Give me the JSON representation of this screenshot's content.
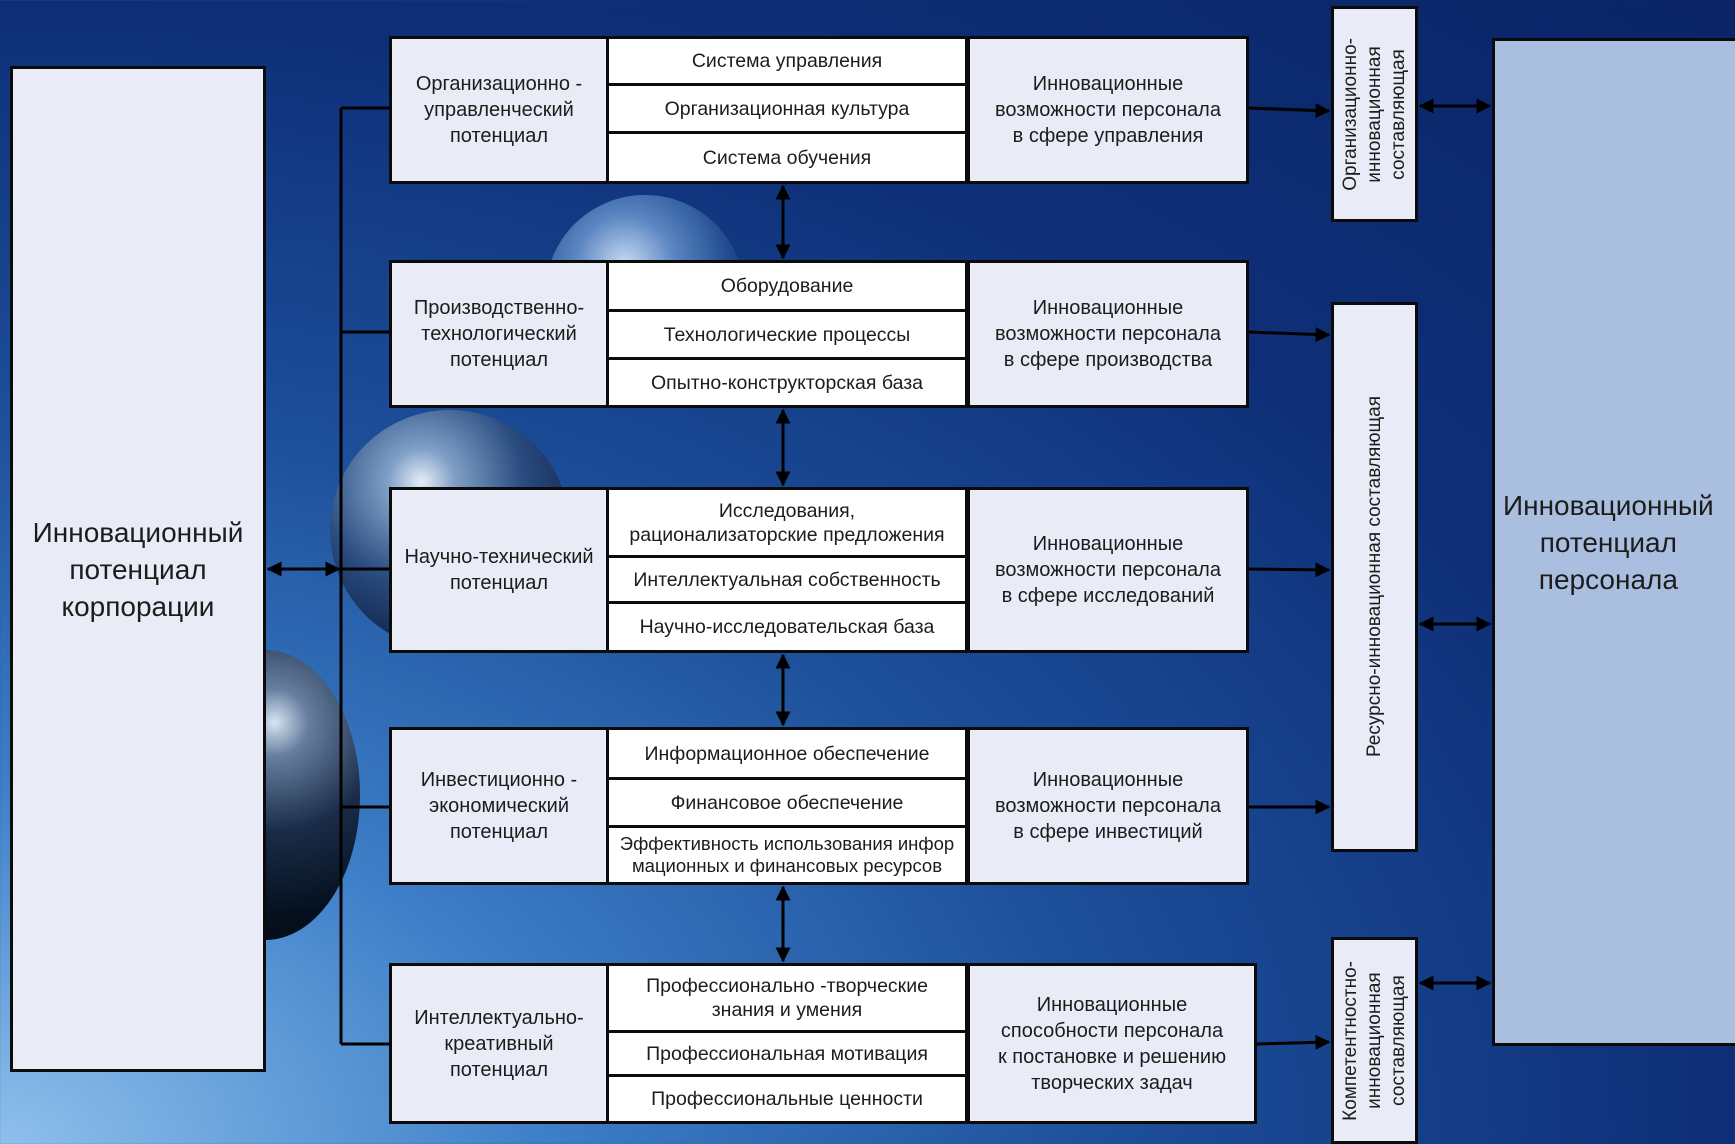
{
  "left_box": "Инновационный\nпотенциал\nкорпорации",
  "right_box": "Инновационный\nпотенциал\nперсонала",
  "rows": [
    {
      "label": "Организационно -\nуправленческий\nпотенциал",
      "items": [
        "Система управления",
        "Организационная культура",
        "Система обучения"
      ],
      "result": "Инновационные\nвозможности персонала\nв сфере управления"
    },
    {
      "label": "Производственно-\nтехнологический\nпотенциал",
      "items": [
        "Оборудование",
        "Технологические процессы",
        "Опытно-конструкторская база"
      ],
      "result": "Инновационные\nвозможности персонала\nв сфере производства"
    },
    {
      "label": "Научно-технический\nпотенциал",
      "items": [
        "Исследования,\nрационализаторские предложения",
        "Интеллектуальная собственность",
        "Научно-исследовательская база"
      ],
      "result": "Инновационные\nвозможности персонала\nв сфере исследований"
    },
    {
      "label": "Инвестиционно -\nэкономический\nпотенциал",
      "items": [
        "Информационное обеспечение",
        "Финансовое обеспечение",
        "Эффективность использования инфор\nмационных и финансовых ресурсов"
      ],
      "result": "Инновационные\nвозможности персонала\nв сфере инвестиций"
    },
    {
      "label": "Интеллектуально-\nкреативный\nпотенциал",
      "items": [
        "Профессионально -творческие\nзнания и умения",
        "Профессиональная мотивация",
        "Профессиональные ценности"
      ],
      "result": "Инновационные\nспособности персонала\nк постановке и решению\nтворческих задач"
    }
  ],
  "components": [
    "Организационно-\nинновационная\nсоставляющая",
    "Ресурсно-инновационная составляющая",
    "Компетентностно-\nинновационная\nсоставляющая"
  ],
  "colors": {
    "box_fill": "#e9ecf6",
    "cell_fill": "#ffffff",
    "border": "#0b0b0b",
    "background_dark": "#0a2466",
    "background_light": "#8fc0ec"
  }
}
